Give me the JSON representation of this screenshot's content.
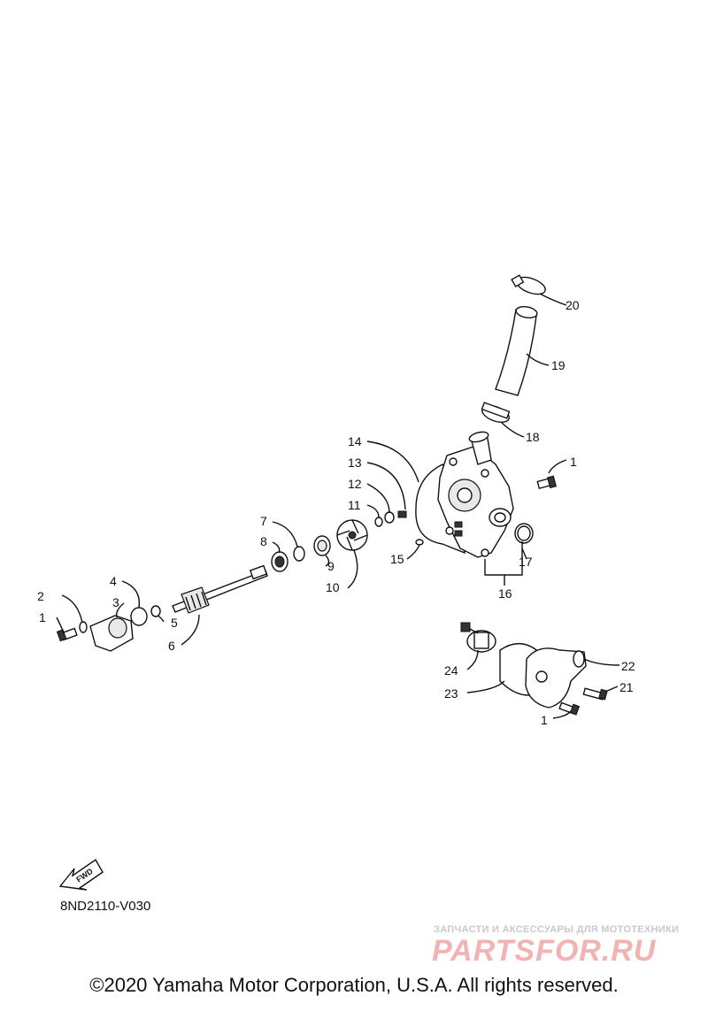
{
  "diagram_code": "8ND2110-V030",
  "fwd_label": "FWD",
  "copyright": "©2020 Yamaha Motor Corporation, U.S.A. All rights reserved.",
  "watermark": {
    "tagline": "ЗАПЧАСТИ И АКСЕССУАРЫ ДЛЯ МОТОТЕХНИКИ",
    "logo": "PARTSFOR.RU"
  },
  "callouts": [
    "1",
    "2",
    "3",
    "4",
    "5",
    "6",
    "7",
    "8",
    "9",
    "10",
    "11",
    "12",
    "13",
    "14",
    "15",
    "16",
    "17",
    "18",
    "19",
    "20",
    "1",
    "22",
    "21",
    "24",
    "23",
    "1"
  ]
}
